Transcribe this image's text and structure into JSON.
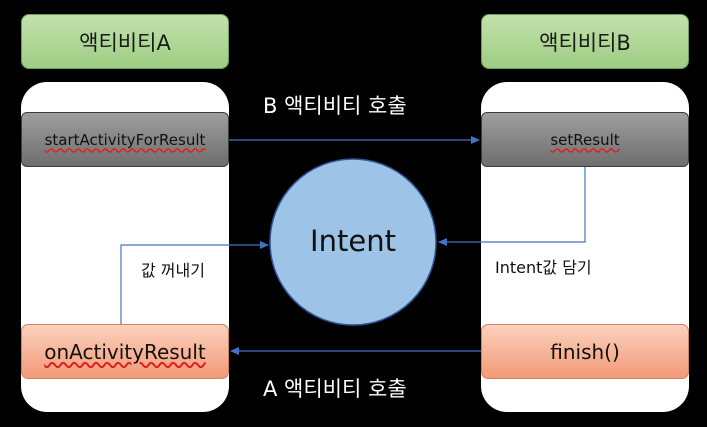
{
  "activity_a": {
    "title": "액티비티A",
    "start_method": "startActivityForResult",
    "result_method": "onActivityResult"
  },
  "activity_b": {
    "title": "액티비티B",
    "set_method": "setResult",
    "finish_method": "finish()"
  },
  "center": {
    "label": "Intent"
  },
  "edges": {
    "call_b": "B 액티비티 호출",
    "call_a": "A 액티비티 호출",
    "take_value": "값 꺼내기",
    "put_value": "Intent값 담기"
  },
  "colors": {
    "header": "#9cce82",
    "gray_box": "#7f7f7f",
    "orange_box": "#f4a886",
    "circle": "#9dc3e6",
    "connector": "#4472c4"
  }
}
